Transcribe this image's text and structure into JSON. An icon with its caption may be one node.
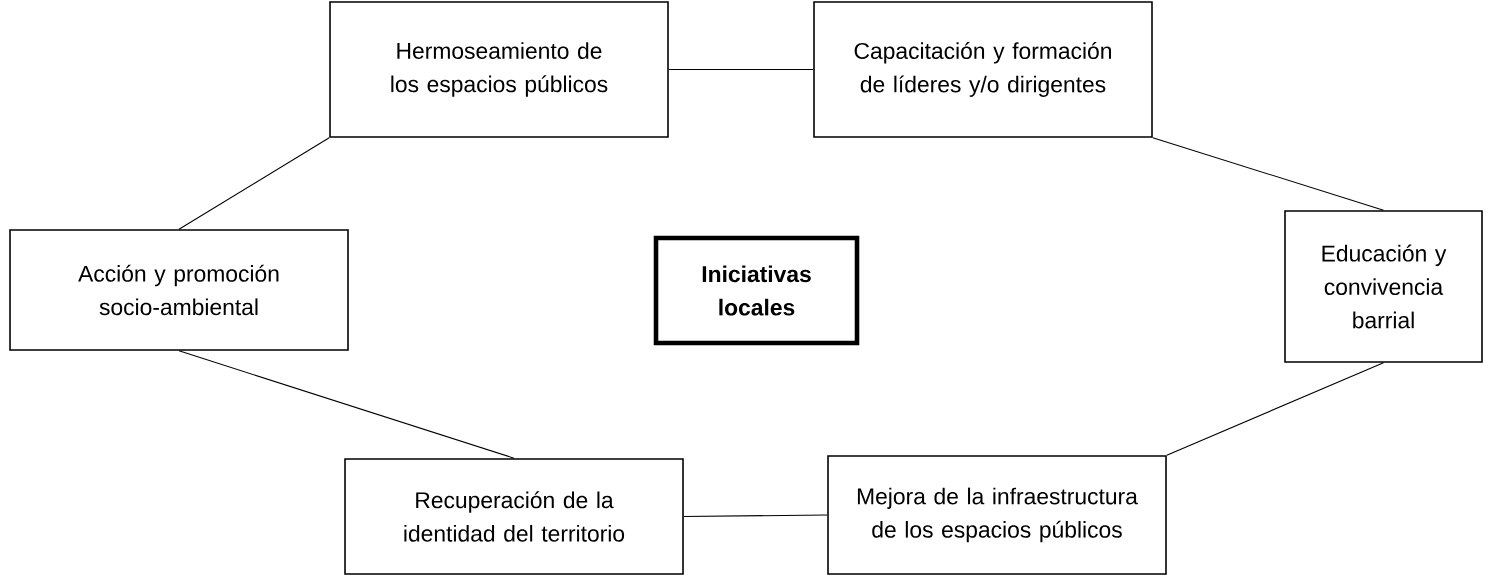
{
  "diagram": {
    "nodes": [
      {
        "text": [
          "Hermoseamiento de los espacios públicos"
        ]
      },
      {
        "text": [
          "Capacitación y formación de líderes y/o dirigentes"
        ]
      },
      {
        "text": [
          "Acción y promoción socio-ambiental"
        ]
      },
      {
        "text": [
          "Iniciativas locales"
        ]
      },
      {
        "text": [
          "Educación y convivencia barrial"
        ]
      },
      {
        "text": [
          "Recuperación de la identidad del territorio"
        ]
      },
      {
        "text": [
          "Mejora de la infraestructura de los espacios públicos"
        ]
      }
    ],
    "edges": [
      {
        "from": 0,
        "to": 1,
        "arrow": "none"
      },
      {
        "from": 0,
        "to": 2,
        "arrow": "none"
      },
      {
        "from": 1,
        "to": 4,
        "arrow": "none"
      },
      {
        "from": 2,
        "to": 5,
        "arrow": "none"
      },
      {
        "from": 4,
        "to": 6,
        "arrow": "none"
      },
      {
        "from": 5,
        "to": 6,
        "arrow": "none"
      }
    ]
  }
}
